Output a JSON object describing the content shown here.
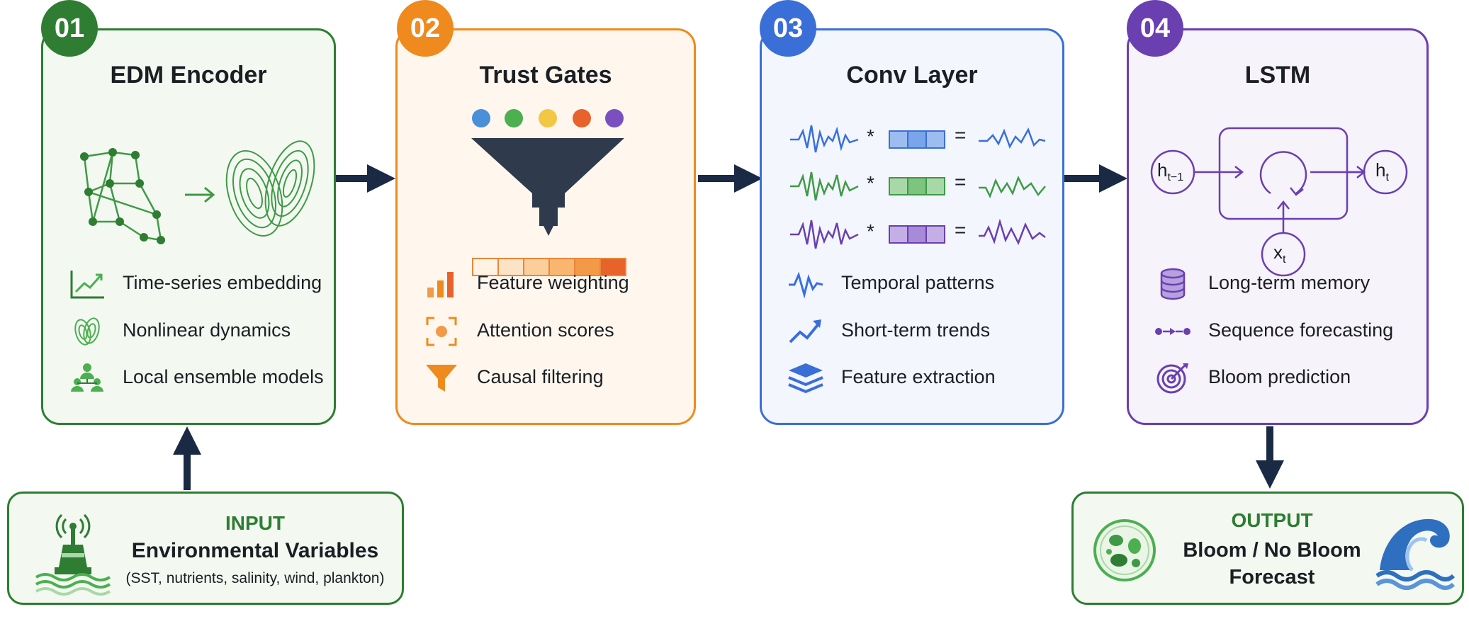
{
  "stages": [
    {
      "number": "01",
      "title": "EDM Encoder",
      "color": "#2e7d32",
      "features": [
        {
          "label": "Time-series embedding",
          "icon": "line-chart-icon"
        },
        {
          "label": "Nonlinear dynamics",
          "icon": "attractor-icon"
        },
        {
          "label": "Local ensemble models",
          "icon": "ensemble-people-icon"
        }
      ]
    },
    {
      "number": "02",
      "title": "Trust Gates",
      "color": "#ef8a1e",
      "features": [
        {
          "label": "Feature weighting",
          "icon": "bar-chart-icon"
        },
        {
          "label": "Attention scores",
          "icon": "focus-target-icon"
        },
        {
          "label": "Causal filtering",
          "icon": "filter-funnel-icon"
        }
      ]
    },
    {
      "number": "03",
      "title": "Conv Layer",
      "color": "#3a6fd8",
      "features": [
        {
          "label": "Temporal patterns",
          "icon": "waveform-icon"
        },
        {
          "label": "Short-term trends",
          "icon": "trend-arrow-icon"
        },
        {
          "label": "Feature extraction",
          "icon": "layers-icon"
        }
      ]
    },
    {
      "number": "04",
      "title": "LSTM",
      "color": "#6a3fb0",
      "features": [
        {
          "label": "Long-term memory",
          "icon": "database-icon"
        },
        {
          "label": "Sequence forecasting",
          "icon": "sequence-dots-icon"
        },
        {
          "label": "Bloom prediction",
          "icon": "target-icon"
        }
      ]
    }
  ],
  "lstm_labels": {
    "h_prev": "h",
    "h_prev_sub": "t−1",
    "h_next": "h",
    "h_next_sub": "t",
    "x": "x",
    "x_sub": "t"
  },
  "conv_ops": {
    "multiply": "*",
    "equals": "="
  },
  "input": {
    "heading": "INPUT",
    "title": "Environmental Variables",
    "subtitle": "(SST, nutrients, salinity, wind, plankton)",
    "icon": "buoy-icon"
  },
  "output": {
    "heading": "OUTPUT",
    "title_line1": "Bloom / No Bloom",
    "title_line2": "Forecast",
    "icon_left": "algae-cell-icon",
    "icon_right": "ocean-wave-icon"
  },
  "colors": {
    "green": "#2e7d32",
    "green_bg": "#f3f8f1",
    "orange": "#ef8a1e",
    "orange_bg": "#fff7ee",
    "blue": "#3a6fd8",
    "blue_bg": "#f3f6fd",
    "purple": "#6a3fb0",
    "purple_bg": "#f6f3fb",
    "arrow": "#1b2a44",
    "gate_dots": [
      "#4a90d9",
      "#4caf50",
      "#f2c744",
      "#e8622c",
      "#7a4fc0"
    ]
  }
}
